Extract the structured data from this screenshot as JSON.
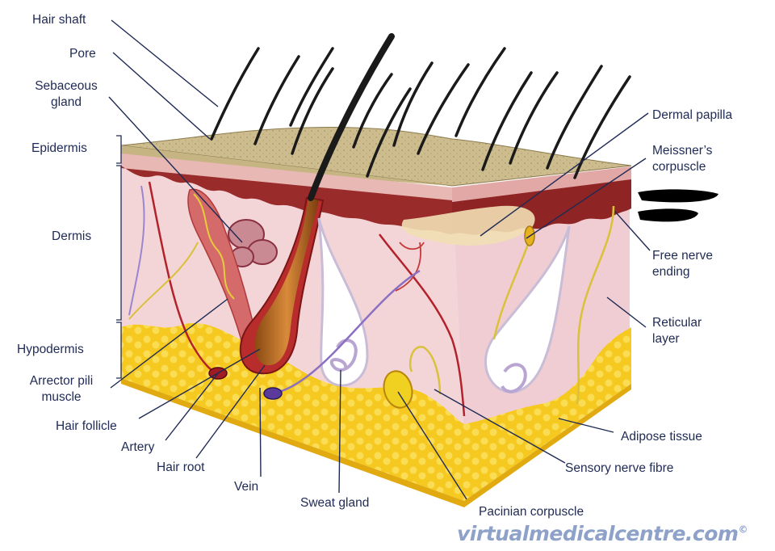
{
  "labels": {
    "hair_shaft": "Hair shaft",
    "pore": "Pore",
    "sebaceous_gland": "Sebaceous\ngland",
    "epidermis": "Epidermis",
    "dermis": "Dermis",
    "hypodermis": "Hypodermis",
    "arrector_pili_muscle": "Arrector pili\nmuscle",
    "hair_follicle": "Hair follicle",
    "artery": "Artery",
    "hair_root": "Hair root",
    "vein": "Vein",
    "sweat_gland": "Sweat gland",
    "pacinian_corpuscle": "Pacinian corpuscle",
    "sensory_nerve_fibre": "Sensory nerve fibre",
    "adipose_tissue": "Adipose tissue",
    "reticular_layer": "Reticular\nlayer",
    "free_nerve_ending": "Free nerve\nending",
    "meissners_corpuscle": "Meissner’s\ncorpuscle",
    "dermal_papilla": "Dermal papilla"
  },
  "watermark": "virtualmedicalcentre.com",
  "watermark_symbol": "©",
  "colors": {
    "label_text": "#1f2a55",
    "epidermis": "#c9b98a",
    "dermis": "#f3d5d8",
    "adipose": "#f2c418",
    "papillary_band": "#9a2b2b",
    "hair": "#1a1a1a",
    "artery": "#b3222a",
    "vein": "#7a5ab8",
    "nerve": "#d9c13a",
    "watermark": "#8ea2c9"
  }
}
